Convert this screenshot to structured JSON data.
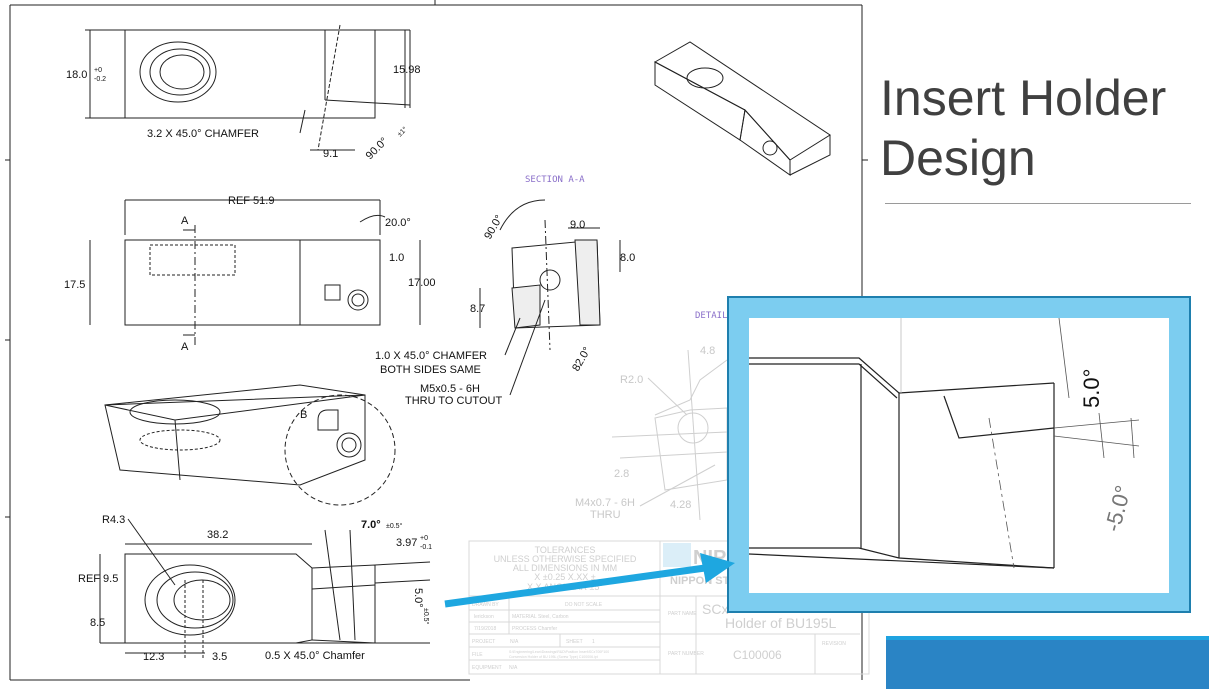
{
  "slide": {
    "title_line1": "Insert Holder",
    "title_line2": "Design"
  },
  "drawing": {
    "top_view": {
      "dim_height": "18.0",
      "dim_height_tol_upper": "+0",
      "dim_height_tol_lower": "-0.2",
      "dim_right": "15.98",
      "chamfer_note": "3.2 X 45.0° CHAMFER",
      "dim_9_1": "9.1",
      "angle": "90.0°",
      "angle_tol": "±1°"
    },
    "front_view": {
      "ref_length": "REF 51.9",
      "angle": "20.0°",
      "dim_height": "17.5",
      "dim_1_0": "1.0",
      "dim_17_00": "17.00",
      "section_mark": "A"
    },
    "section": {
      "title": "SECTION A-A",
      "angle_90": "90.0°",
      "dim_9_0": "9.0",
      "dim_8_0": "8.0",
      "dim_8_7": "8.7",
      "angle_82": "82.0°",
      "chamfer_note_1": "1.0 X 45.0° CHAMFER",
      "chamfer_note_2": "BOTH SIDES SAME",
      "thread_note_1": "M5x0.5 - 6H",
      "thread_note_2": "THRU TO CUTOUT"
    },
    "iso_view": {
      "detail_mark": "B"
    },
    "bottom_view": {
      "radius": "R4.3",
      "dim_38_2": "38.2",
      "ref_9_5": "REF 9.5",
      "dim_8_5": "8.5",
      "dim_12_3": "12.3",
      "dim_3_5": "3.5",
      "angle_7": "7.0°",
      "angle_7_tol": "±0.5°",
      "dim_3_97": "3.97",
      "dim_3_97_tol_upper": "+0",
      "dim_3_97_tol_lower": "-0.1",
      "angle_5": "5.0°",
      "angle_5_tol": "±0.5°",
      "chamfer_note": "0.5 X 45.0° Chamfer"
    },
    "detail_view": {
      "title": "DETAIL",
      "dim_4_8": "4.8",
      "radius": "R2.0",
      "dim_2_8": "2.8",
      "thread_note_1": "M4x0.7 - 6H",
      "thread_note_2": "THRU",
      "dim_4_28": "4.28"
    },
    "title_block": {
      "tolerances_1": "TOLERANCES",
      "tolerances_2": "UNLESS OTHERWISE SPECIFIED",
      "tolerances_3": "ALL DIMENSIONS IN MM",
      "tolerances_4": "X ±0.25 X.XX ±",
      "tolerances_5": "X.X ANGULAR ±5°",
      "drawn_by_label": "DRAWN BY",
      "do_not_scale": "DO NOT SCALE",
      "drawn_by": "lerickson",
      "material_label": "MATERIAL",
      "material": "Steel, Carbon",
      "date": "7/19/2018",
      "process_label": "PROCESS",
      "process": "Chamfer",
      "project_label": "PROJECT",
      "project": "N/A",
      "sheet_label": "SHEET",
      "sheet": "1",
      "file_label": "FILE",
      "file_1": "S:\\Engineering\\Lean\\Drawings\\R&D\\Position Insert\\SCx700F100",
      "file_2": "Conversion Holder of BU 195L (Screw Type) C100006.ipt",
      "equipment_label": "EQUIPMENT",
      "equipment": "N/A",
      "company": "NIPPON STEEL",
      "company_logo": "NIP",
      "part_name_label": "PART NAME",
      "part_name_1": "SCx",
      "part_name_2": "Holder of BU195L",
      "part_number_label": "PART NUMBER",
      "part_number": "C100006",
      "revision_label": "REVISION"
    }
  },
  "detail_zoom": {
    "angle_pos": "5.0°",
    "angle_neg": "-5.0°"
  },
  "colors": {
    "accent_blue": "#1ea7e0",
    "frame_blue": "#7ccdf0",
    "footer_blue": "#2a84c5"
  }
}
